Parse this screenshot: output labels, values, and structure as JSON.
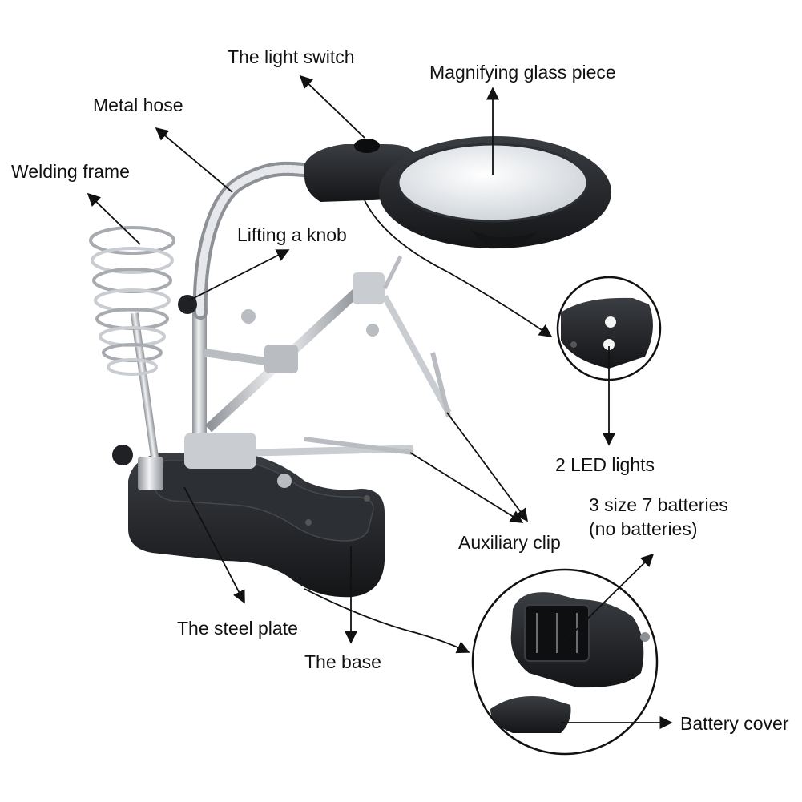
{
  "labels": {
    "light_switch": "The light switch",
    "magnifying_glass": "Magnifying glass piece",
    "metal_hose": "Metal hose",
    "welding_frame": "Welding frame",
    "lifting_knob": "Lifting a knob",
    "led_lights": "2 LED lights",
    "batteries_line1": "3 size 7 batteries",
    "batteries_line2": "(no batteries)",
    "auxiliary_clip": "Auxiliary clip",
    "steel_plate": "The steel plate",
    "base": "The base",
    "battery_cover": "Battery cover"
  },
  "colors": {
    "plastic": "#1f2124",
    "plastic_highlight": "#3a3d42",
    "metal": "#c9ccd0",
    "metal_dark": "#8d9196",
    "lens": "#eef1f4",
    "arrow": "#111111"
  }
}
